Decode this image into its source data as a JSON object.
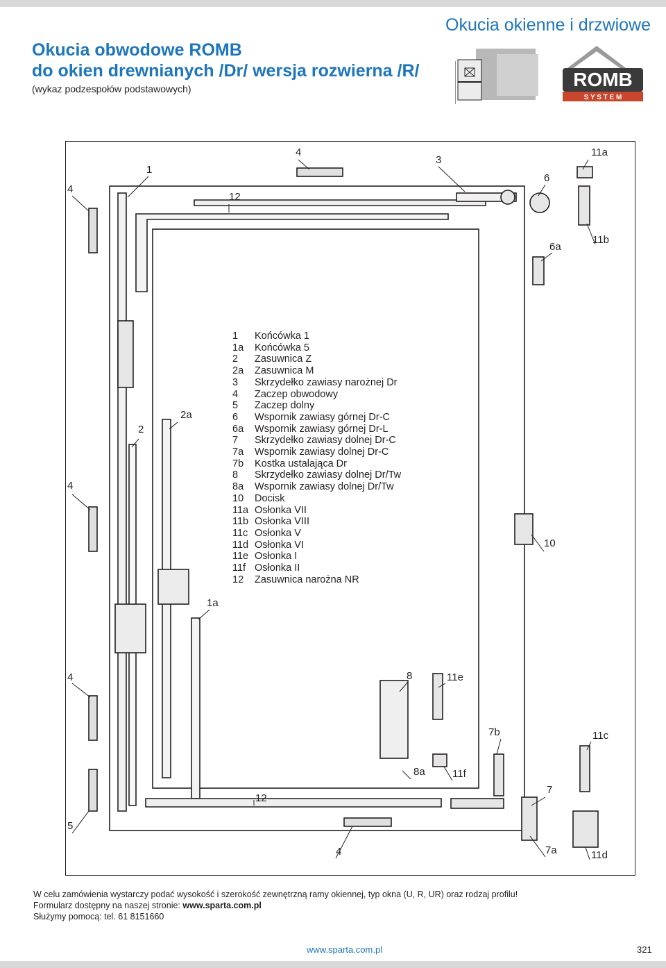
{
  "header": {
    "category": "Okucia okienne i drzwiowe",
    "title_line1": "Okucia obwodowe ROMB",
    "title_line2": "do okien drewnianych /Dr/ wersja rozwierna /R/",
    "subtitle": "(wykaz podzespołów podstawowych)",
    "logo_text": "ROMB",
    "logo_subtext": "S Y S T E M"
  },
  "colors": {
    "accent_blue": "#1d75bc",
    "logo_red": "#c8462b",
    "logo_dark": "#3a3a3a",
    "line": "#231f20"
  },
  "legend": [
    {
      "code": "1",
      "name": "Końcówka 1"
    },
    {
      "code": "1a",
      "name": "Końcówka 5"
    },
    {
      "code": "2",
      "name": "Zasuwnica Z"
    },
    {
      "code": "2a",
      "name": "Zasuwnica M"
    },
    {
      "code": "3",
      "name": "Skrzydełko zawiasy narożnej Dr"
    },
    {
      "code": "4",
      "name": "Zaczep obwodowy"
    },
    {
      "code": "5",
      "name": "Zaczep dolny"
    },
    {
      "code": "6",
      "name": "Wspornik zawiasy górnej Dr-C"
    },
    {
      "code": "6a",
      "name": "Wspornik zawiasy górnej Dr-L"
    },
    {
      "code": "7",
      "name": "Skrzydełko zawiasy dolnej Dr-C"
    },
    {
      "code": "7a",
      "name": "Wspornik zawiasy dolnej Dr-C"
    },
    {
      "code": "7b",
      "name": "Kostka ustalająca Dr"
    },
    {
      "code": "8",
      "name": "Skrzydełko zawiasy dolnej Dr/Tw"
    },
    {
      "code": "8a",
      "name": "Wspornik zawiasy dolnej Dr/Tw"
    },
    {
      "code": "10",
      "name": "Docisk"
    },
    {
      "code": "11a",
      "name": "Osłonka VII"
    },
    {
      "code": "11b",
      "name": "Osłonka VIII"
    },
    {
      "code": "11c",
      "name": "Osłonka V"
    },
    {
      "code": "11d",
      "name": "Osłonka VI"
    },
    {
      "code": "11e",
      "name": "Osłonka I"
    },
    {
      "code": "11f",
      "name": "Osłonka II"
    },
    {
      "code": "12",
      "name": "Zasuwnica narożna NR"
    }
  ],
  "callouts": {
    "c4_top_left": "4",
    "c1": "1",
    "c12_top": "12",
    "c4_top": "4",
    "c3": "3",
    "c6": "6",
    "c11a": "11a",
    "c6a": "6a",
    "c11b": "11b",
    "c2": "2",
    "c2a": "2a",
    "c4_mid_left": "4",
    "c10": "10",
    "c1a": "1a",
    "c4_low_left": "4",
    "c8": "8",
    "c11e": "11e",
    "c7b": "7b",
    "c11c": "11c",
    "c8a": "8a",
    "c11f": "11f",
    "c7": "7",
    "c12_bottom": "12",
    "c5": "5",
    "c4_bottom": "4",
    "c7a": "7a",
    "c11d": "11d"
  },
  "footer": {
    "line1": "W celu zamówienia wystarczy podać wysokość i szerokość zewnętrzną ramy okiennej, typ okna (U, R, UR) oraz rodzaj profilu!",
    "line2_prefix": "Formularz dostępny na naszej stronie: ",
    "line2_link": "www.sparta.com.pl",
    "line3": "Służymy pomocą: tel. 61 8151660",
    "url": "www.sparta.com.pl",
    "page_number": "321"
  }
}
